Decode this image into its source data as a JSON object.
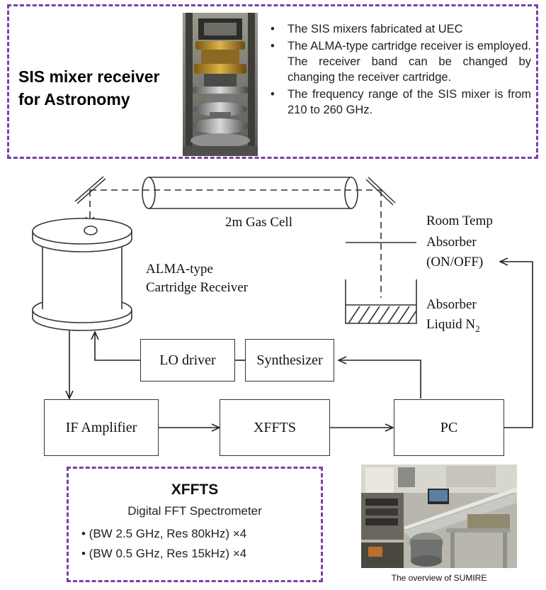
{
  "sis_panel": {
    "title_line1": "SIS mixer receiver",
    "title_line2": "for Astronomy",
    "bullets": [
      "The SIS mixers fabricated at UEC",
      "The ALMA-type cartridge receiver is employed. The receiver band can be changed by changing the receiver cartridge.",
      "The frequency range of the SIS mixer is from 210 to 260 GHz."
    ]
  },
  "diagram": {
    "gas_cell_label": "2m Gas Cell",
    "room_temp_label": [
      "Room Temp",
      "Absorber",
      "(ON/OFF)"
    ],
    "cartridge_label": [
      "ALMA-type",
      "Cartridge Receiver"
    ],
    "absorber_label": "Absorber",
    "liquid_label": "Liquid N",
    "liquid_subscript": "2",
    "lo_driver": "LO driver",
    "synthesizer": "Synthesizer",
    "if_amplifier": "IF Amplifier",
    "xffts": "XFFTS",
    "pc": "PC"
  },
  "xffts_panel": {
    "title": "XFFTS",
    "subtitle": "Digital FFT Spectrometer",
    "items": [
      "• (BW 2.5 GHz, Res 80kHz) ×4",
      "• (BW 0.5 GHz, Res 15kHz) ×4"
    ]
  },
  "photo_caption": "The overview of SUMIRE",
  "colors": {
    "dashed_border": "#7a3fa8"
  }
}
